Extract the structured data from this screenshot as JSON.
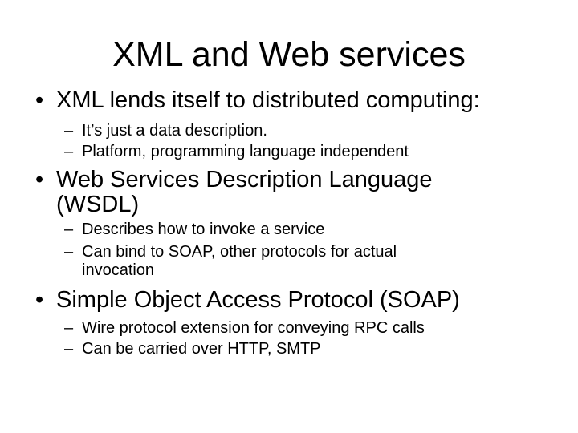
{
  "slide": {
    "title": "XML and Web services",
    "bullet_glyph": "•",
    "dash_glyph": "–",
    "items": [
      {
        "text": "XML lends itself to distributed computing:",
        "sub": [
          "It’s just a data description.",
          "Platform, programming language independent"
        ]
      },
      {
        "text_line1": "Web Services Description Language",
        "text_line2": "(WSDL)",
        "sub": [
          "Describes how to invoke a service"
        ],
        "sub2_line1": "Can bind to SOAP, other protocols for actual",
        "sub2_line2": "invocation"
      },
      {
        "text": "Simple Object Access Protocol (SOAP)",
        "sub": [
          "Wire protocol extension for conveying RPC calls",
          "Can be carried over HTTP, SMTP"
        ]
      }
    ]
  }
}
